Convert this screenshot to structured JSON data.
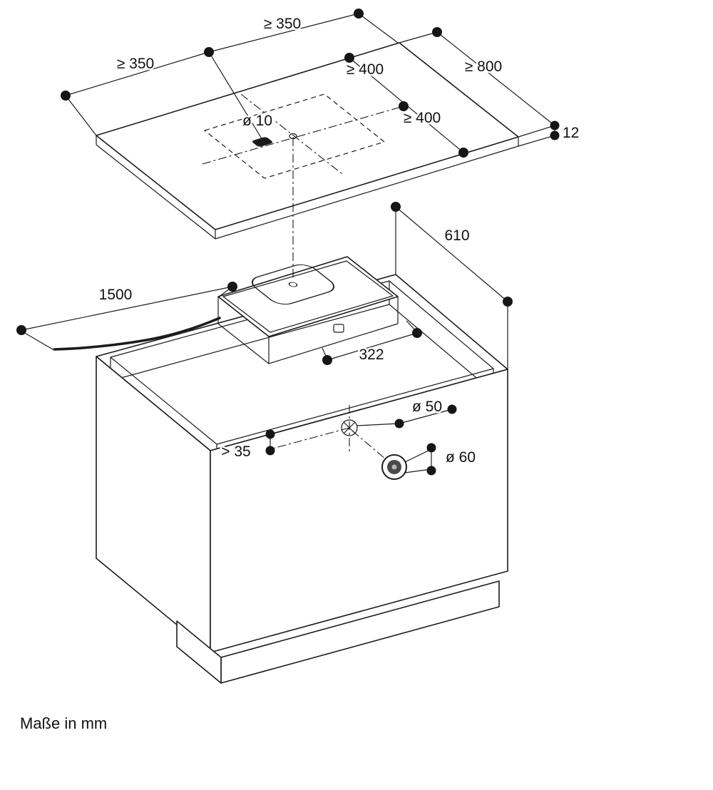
{
  "diagram": {
    "footer": "Maße in mm",
    "worktop": {
      "dim_side_min": "≥ 350",
      "dim_back_min": "≥ 350",
      "dim_depth_back_min": "≥ 400",
      "dim_depth_front_min": "≥ 400",
      "dim_width_min": "≥ 800",
      "dim_thickness": "12",
      "dim_fixing_hole": "ø 10"
    },
    "appliance": {
      "dim_cutout_width": "322",
      "dim_cable_length": "1500"
    },
    "cabinet": {
      "dim_depth": "610",
      "dim_cable_hole": "ø 50",
      "dim_knob_hole": "ø 60",
      "dim_min_edge_distance": "> 35"
    },
    "colors": {
      "line": "#1c1c1c",
      "background": "#ffffff"
    }
  }
}
